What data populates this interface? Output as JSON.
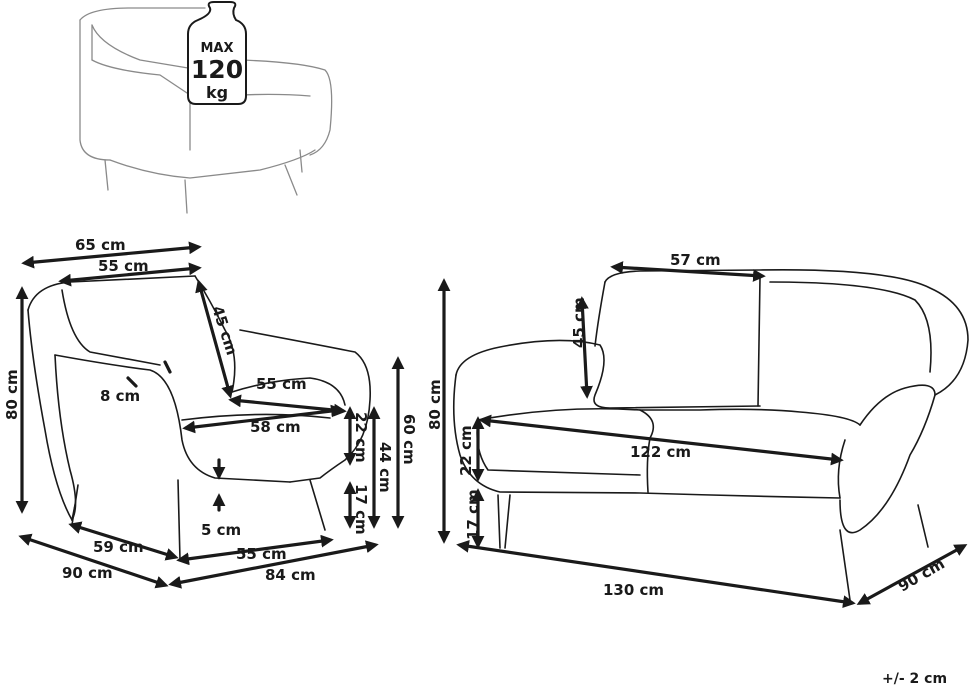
{
  "badge": {
    "line1": "MAX",
    "line2": "120",
    "line3": "kg"
  },
  "armchair": {
    "width_total": "65 cm",
    "width_back": "55 cm",
    "back_height": "45 cm",
    "arm_thickness": "8 cm",
    "seat_depth": "55 cm",
    "seat_width": "58 cm",
    "seat_cushion": "22 cm",
    "seat_height": "44 cm",
    "arm_height": "60 cm",
    "leg_height": "17 cm",
    "total_height": "80 cm",
    "inset": "5 cm",
    "side_depth": "59 cm",
    "depth_total": "90 cm",
    "front_inner": "55 cm",
    "width_front": "84 cm"
  },
  "sofa": {
    "back_width": "57 cm",
    "back_height": "45 cm",
    "total_height": "80 cm",
    "seat_cushion": "22 cm",
    "seat_width": "122 cm",
    "leg_height": "17 cm",
    "width_total": "130 cm",
    "depth_total": "90 cm"
  },
  "tolerance": "+/- 2 cm",
  "colors": {
    "line": "#1a1a1a",
    "ghost": "#8a8a8a"
  }
}
